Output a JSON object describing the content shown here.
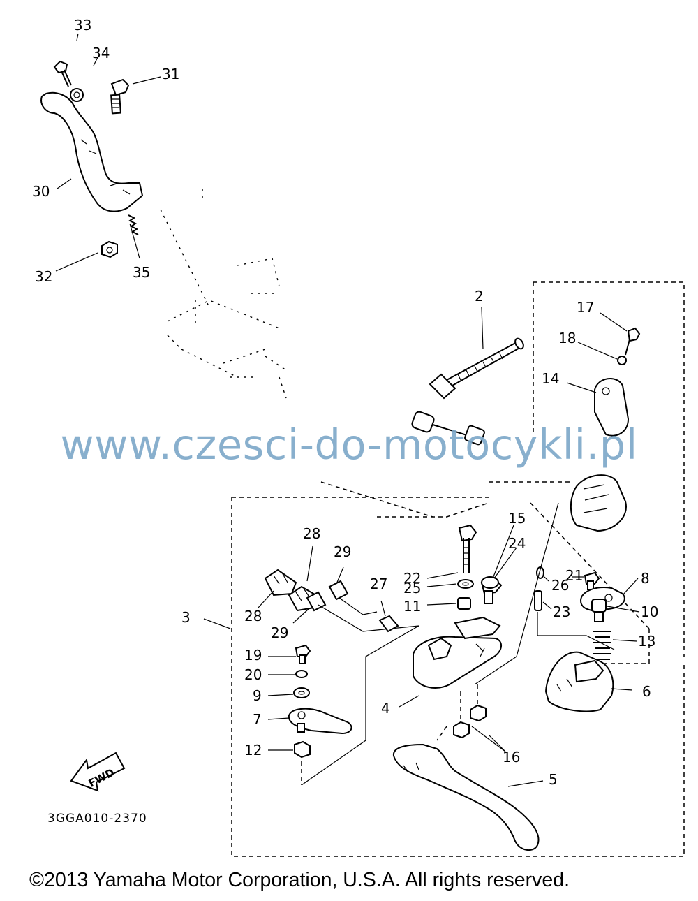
{
  "diagram": {
    "callouts": [
      {
        "id": "33",
        "text": "33"
      },
      {
        "id": "34",
        "text": "34"
      },
      {
        "id": "31",
        "text": "31"
      },
      {
        "id": "30",
        "text": "30"
      },
      {
        "id": "32",
        "text": "32"
      },
      {
        "id": "35",
        "text": "35"
      },
      {
        "id": "2",
        "text": "2"
      },
      {
        "id": "17",
        "text": "17"
      },
      {
        "id": "18",
        "text": "18"
      },
      {
        "id": "14",
        "text": "14"
      },
      {
        "id": "15",
        "text": "15"
      },
      {
        "id": "24",
        "text": "24"
      },
      {
        "id": "28a",
        "text": "28"
      },
      {
        "id": "29a",
        "text": "29"
      },
      {
        "id": "22",
        "text": "22"
      },
      {
        "id": "25",
        "text": "25"
      },
      {
        "id": "11",
        "text": "11"
      },
      {
        "id": "21",
        "text": "21"
      },
      {
        "id": "26",
        "text": "26"
      },
      {
        "id": "8",
        "text": "8"
      },
      {
        "id": "10",
        "text": "10"
      },
      {
        "id": "23",
        "text": "23"
      },
      {
        "id": "13",
        "text": "13"
      },
      {
        "id": "3",
        "text": "3"
      },
      {
        "id": "28b",
        "text": "28"
      },
      {
        "id": "29b",
        "text": "29"
      },
      {
        "id": "27",
        "text": "27"
      },
      {
        "id": "19",
        "text": "19"
      },
      {
        "id": "20",
        "text": "20"
      },
      {
        "id": "9",
        "text": "9"
      },
      {
        "id": "7",
        "text": "7"
      },
      {
        "id": "4",
        "text": "4"
      },
      {
        "id": "6",
        "text": "6"
      },
      {
        "id": "12",
        "text": "12"
      },
      {
        "id": "16",
        "text": "16"
      },
      {
        "id": "5",
        "text": "5"
      }
    ],
    "fwd_label": "FWD",
    "diagram_code": "3GGA010-2370"
  },
  "watermark": "www.czesci-do-motocykli.pl",
  "copyright": "©2013 Yamaha Motor Corporation, U.S.A. All rights reserved.",
  "colors": {
    "watermark": "#7ea9c9",
    "ink": "#000000",
    "background": "#ffffff"
  }
}
